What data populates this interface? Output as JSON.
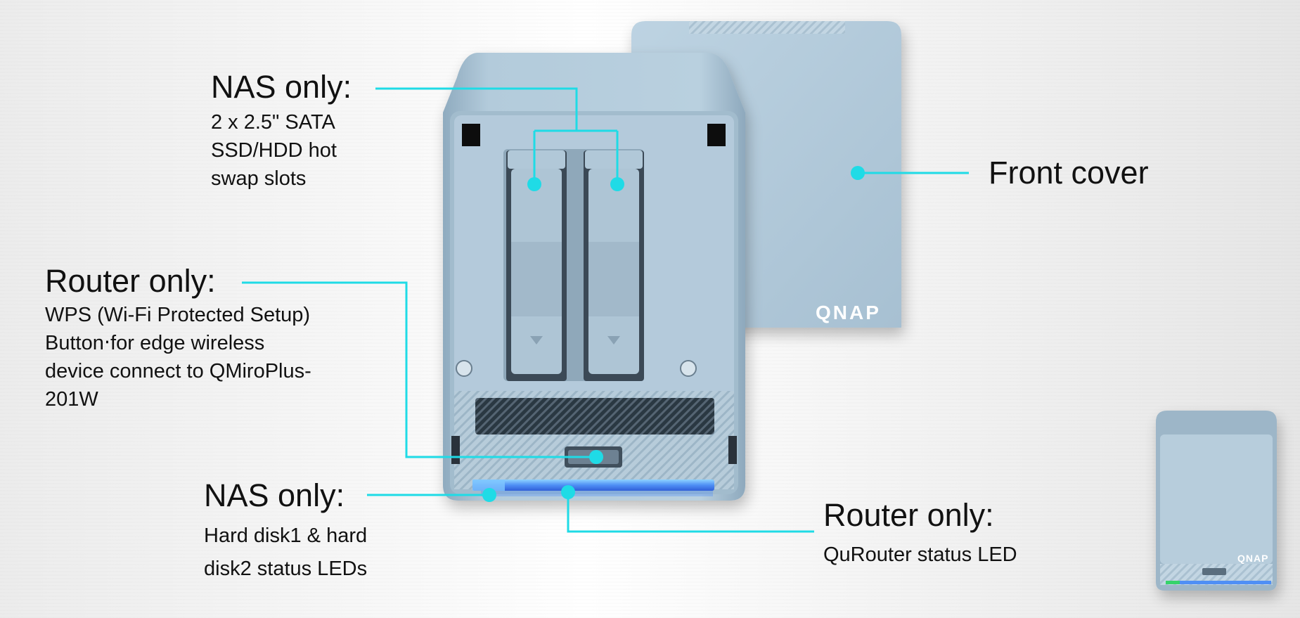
{
  "callouts": {
    "nas_slots": {
      "heading": "NAS only:",
      "lines": [
        "2 x 2.5\" SATA",
        "SSD/HDD hot",
        "swap slots"
      ]
    },
    "router_wps": {
      "heading": "Router only:",
      "lines": [
        "WPS (Wi-Fi Protected Setup)",
        "Button‧for edge wireless",
        "device connect to QMiroPlus-",
        "201W"
      ]
    },
    "nas_leds": {
      "heading": "NAS only:",
      "lines": [
        "Hard disk1 & hard",
        "disk2 status LEDs"
      ]
    },
    "router_led": {
      "heading": "Router only:",
      "lines": [
        "QuRouter status LED"
      ]
    },
    "front_cover": {
      "heading": "Front cover"
    }
  },
  "brand": {
    "logo_text": "QNAP"
  },
  "colors": {
    "callout_line": "#1fdbe6",
    "device_body": "#a9c4d6",
    "led_glow": "#4f8ff5"
  },
  "icons": [
    "device-front-view",
    "front-cover-panel",
    "device-thumbnail",
    "qnap-logo"
  ]
}
